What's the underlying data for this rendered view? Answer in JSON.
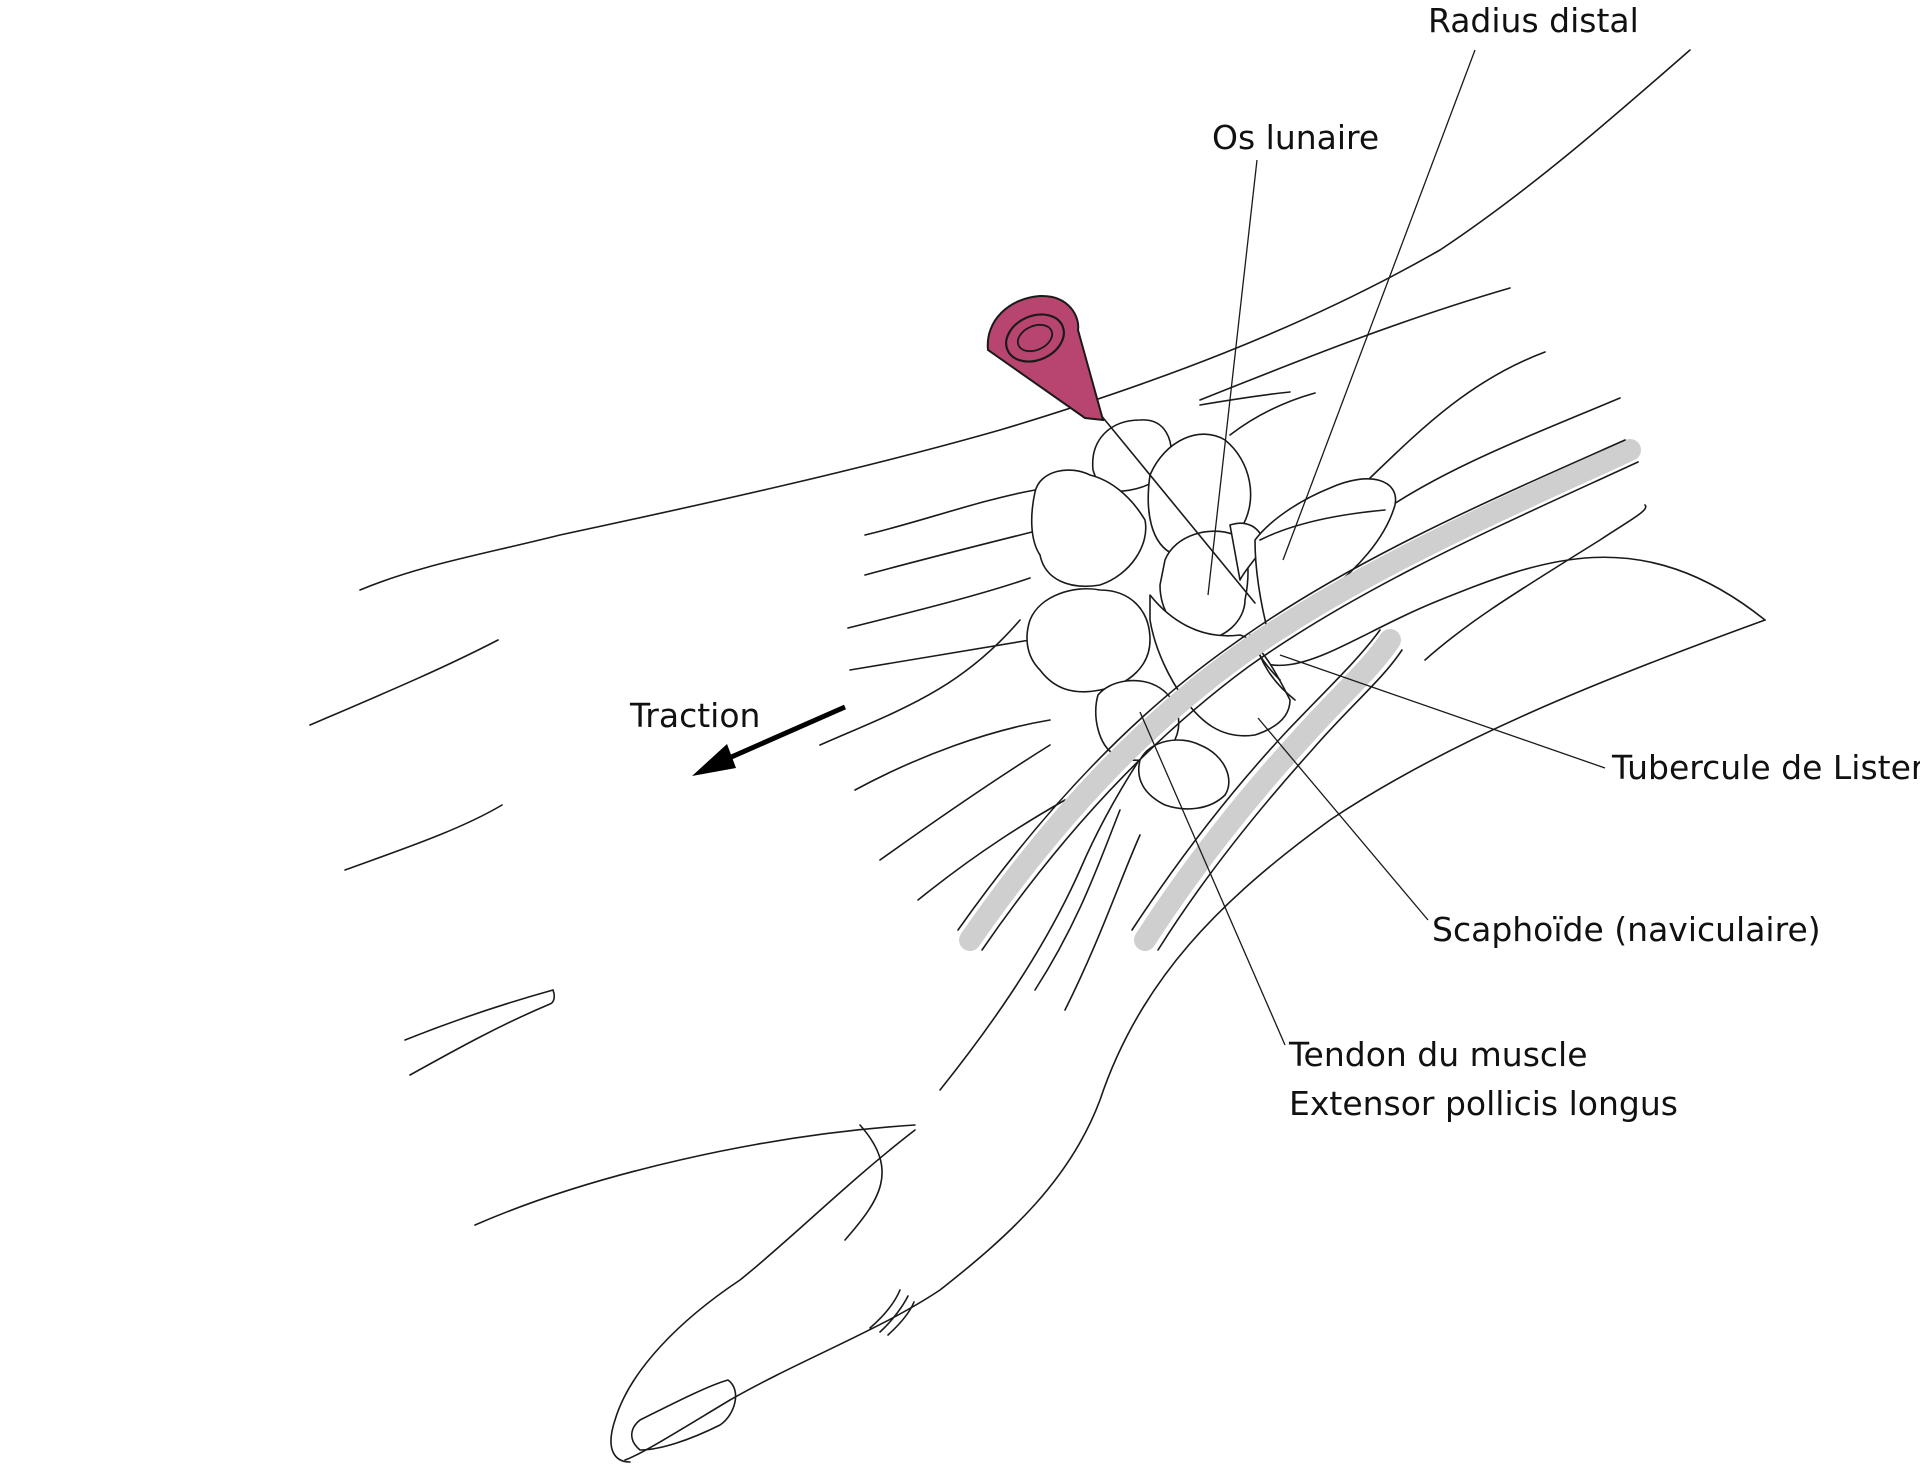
{
  "colors": {
    "background": "#ffffff",
    "line": "#1a1a1a",
    "tendon": "#cfcfcf",
    "needle_hub": "#b8456f",
    "arrow": "#000000"
  },
  "icons": {
    "needle": "needle-hub-icon",
    "arrow": "traction-arrow-icon"
  },
  "labels": {
    "radius_distal": "Radius distal",
    "os_lunaire": "Os lunaire",
    "traction": "Traction",
    "tubercule_lister": "Tubercule de Lister",
    "scaphoide": "Scaphoïde (naviculaire)",
    "tendon_line1": "Tendon du muscle",
    "tendon_line2": "Extensor pollicis longus"
  }
}
